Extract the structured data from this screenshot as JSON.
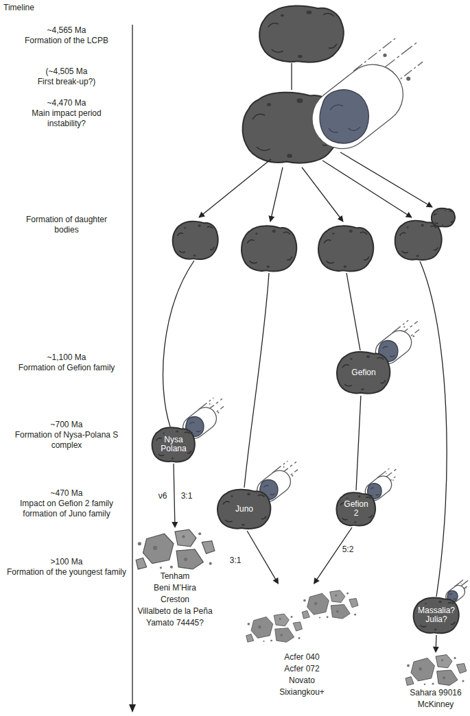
{
  "diagram": {
    "nodes": [
      {
        "text": [
          "Gefion"
        ]
      },
      {
        "text": [
          "Nysa Polana"
        ]
      },
      {
        "text": [
          "Juno"
        ]
      },
      {
        "text": [
          "Gefion 2"
        ]
      },
      {
        "text": [
          "Massalia? Julia?"
        ]
      },
      {
        "text": [
          "Tenham",
          "Beni M’Hira",
          "Creston",
          "Villalbeto de la Peña",
          "Yamato 74445?"
        ]
      },
      {
        "text": [
          "Acfer 040",
          "Acfer 072",
          "Novato",
          "Sixiangkou+"
        ]
      },
      {
        "text": [
          "Sahara 99016",
          "McKinney"
        ]
      }
    ],
    "edges": [
      {
        "from": 0,
        "to": 3,
        "arrow": "none"
      },
      {
        "from": 1,
        "to": 5,
        "arrow": "to"
      },
      {
        "from": 2,
        "to": 6,
        "label": "3:1",
        "arrow": "to"
      },
      {
        "from": 3,
        "to": 6,
        "label": "5:2",
        "arrow": "to"
      },
      {
        "from": 4,
        "to": 7,
        "arrow": "to"
      }
    ],
    "labels": [
      "Timeline",
      "~4,565 Ma",
      "Formation of the LCPB",
      "(~4,505 Ma",
      "First break-up?)",
      "~4,470 Ma",
      "Main impact period instability?",
      "Formation of daughter bodies",
      "~1,100 Ma",
      "Formation of Gefion family",
      "~700 Ma",
      "Formation of Nysa-Polana S complex",
      "~470 Ma",
      "Impact on Gefion 2 family formation of Juno family",
      ">100 Ma",
      "Formation of the youngest family",
      "ν6",
      "3:1"
    ]
  }
}
